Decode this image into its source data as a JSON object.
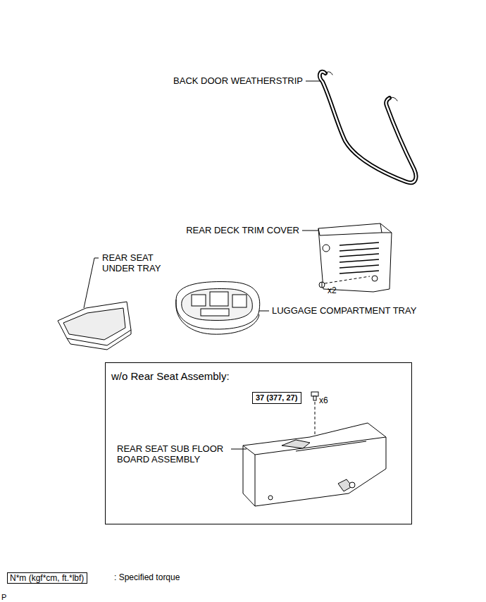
{
  "diagram": {
    "nodes": [
      {
        "text": [
          "w/o Rear Seat Assembly:"
        ]
      },
      {
        "text": [
          "37 (377, 27)"
        ],
        "in": 0
      },
      {
        "text": [
          "N*m (kgf*cm, ft.*lbf)"
        ]
      }
    ],
    "edges": [],
    "labels": [
      "BACK DOOR WEATHERSTRIP",
      "REAR DECK TRIM COVER",
      "x2",
      "REAR SEAT UNDER TRAY",
      "LUGGAGE COMPARTMENT TRAY",
      "x6",
      "REAR SEAT SUB FLOOR BOARD ASSEMBLY",
      ": Specified torque",
      "P"
    ]
  }
}
